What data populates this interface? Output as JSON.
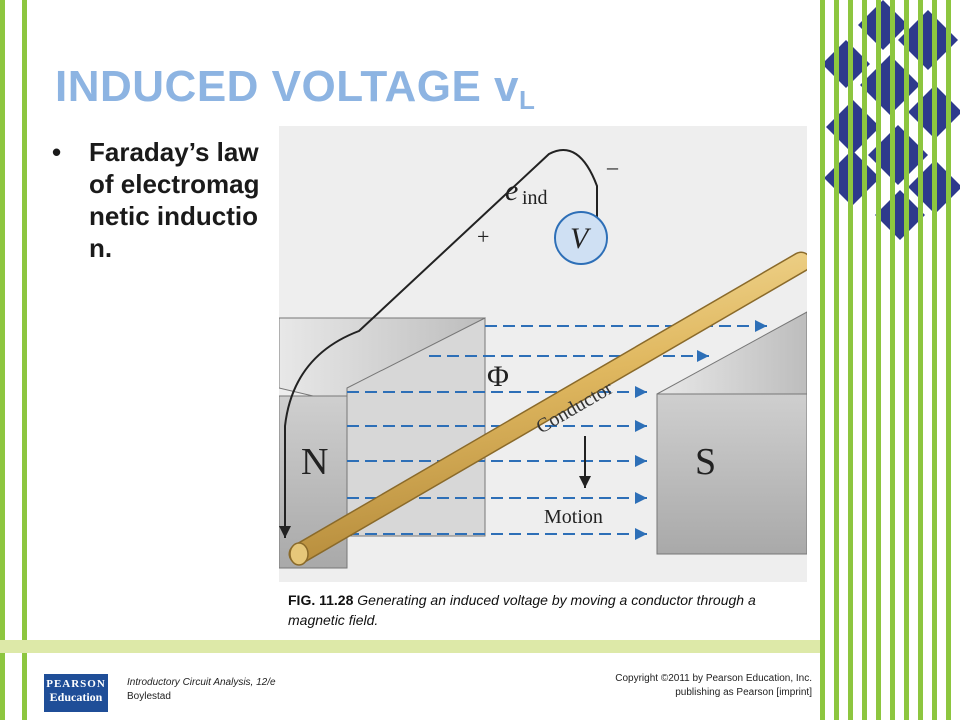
{
  "slide": {
    "title_main": "INDUCED VOLTAGE v",
    "title_sub": "L",
    "bullet_text": "Faraday’s law of electromagnetic induction."
  },
  "figure": {
    "label_eind": "e",
    "label_eind_sub": "ind",
    "label_plus": "+",
    "label_minus": "–",
    "label_voltmeter": "V",
    "label_phi": "Φ",
    "label_conductor": "Conductor",
    "label_motion": "Motion",
    "label_north": "N",
    "label_south": "S"
  },
  "caption": {
    "id": "FIG. 11.28",
    "text": "Generating an induced voltage by moving a conductor through a magnetic field."
  },
  "footer": {
    "logo_line1": "PEARSON",
    "logo_line2": "Education",
    "book_title": "Introductory Circuit Analysis, 12/e",
    "book_author": "Boylestad",
    "copyright_line1": "Copyright ©2011 by Pearson Education, Inc.",
    "copyright_line2": "publishing as Pearson [imprint]"
  },
  "colors": {
    "title": "#8db4e2",
    "stripe_green": "#8dc63f",
    "diamond_navy": "#2e3a8c",
    "footer_band": "#dde9a8",
    "logo_blue": "#1f4e98"
  }
}
